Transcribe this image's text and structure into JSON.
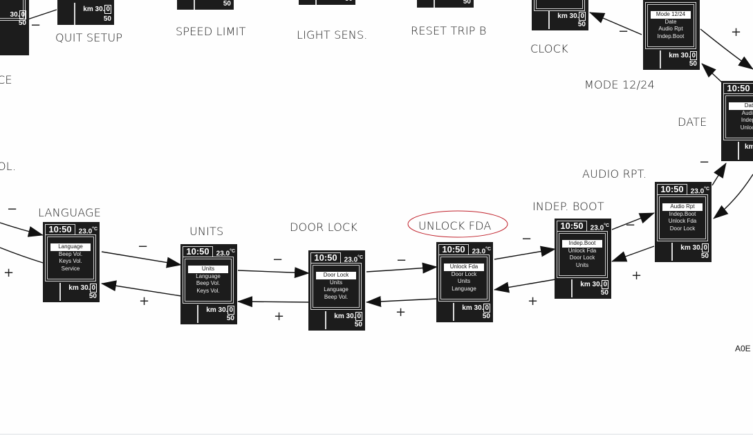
{
  "diagram": {
    "reference_code": "A0E",
    "highlight_color": "#c0202a",
    "highlighted_label": "UNLOCK FDA",
    "status": {
      "time": "10:50",
      "temperature": "23.0",
      "temperature_unit": "°C",
      "odo_unit": "km",
      "odo_value": "30.",
      "odo_last_digit": "0",
      "speed": "50"
    },
    "top_labels": [
      "QUIT SETUP",
      "SPEED LIMIT",
      "LIGHT SENS.",
      "RESET TRIP B",
      "CLOCK",
      "MODE 12/24"
    ],
    "side_labels": [
      "CE",
      "OL.",
      "DATE",
      "AUDIO RPT."
    ],
    "nodes": [
      {
        "label": "LANGUAGE",
        "items": [
          "Language",
          "Beep Vol.",
          "Keys Vol.",
          "Service"
        ]
      },
      {
        "label": "UNITS",
        "items": [
          "Units",
          "Language",
          "Beep Vol.",
          "Keys Vol."
        ]
      },
      {
        "label": "DOOR LOCK",
        "items": [
          "Door Lock",
          "Units",
          "Language",
          "Beep Vol."
        ]
      },
      {
        "label": "UNLOCK FDA",
        "items": [
          "Unlock Fda",
          "Door Lock",
          "Units",
          "Language"
        ]
      },
      {
        "label": "INDEP. BOOT",
        "items": [
          "Indep.Boot",
          "Unlock Fda",
          "Door Lock",
          "Units"
        ]
      },
      {
        "label": "AUDIO RPT.",
        "items": [
          "Audio Rpt",
          "Indep.Boot",
          "Unlock Fda",
          "Door Lock"
        ]
      },
      {
        "label": "DATE",
        "items": [
          "Dat",
          "Audio",
          "Indep.",
          "Unlock"
        ]
      },
      {
        "label": "MODE 12/24",
        "items": [
          "Mode 12/24",
          "Date",
          "Audio Rpt",
          "Indep.Boot"
        ]
      }
    ],
    "signs": {
      "minus": "−",
      "plus": "+"
    }
  }
}
